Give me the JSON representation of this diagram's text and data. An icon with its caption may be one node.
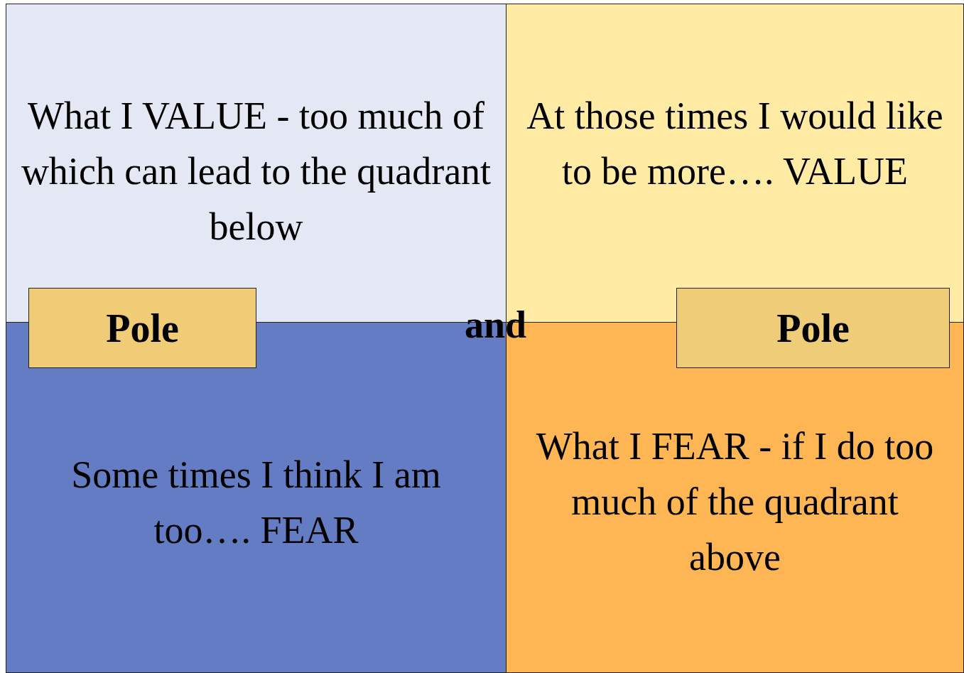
{
  "diagram": {
    "nodes": [
      {
        "text": [
          "What I VALUE - too much of which can lead to the quadrant below"
        ]
      },
      {
        "text": [
          "At those times I would like to be more…. VALUE"
        ]
      },
      {
        "text": [
          "Some times I think I am too…. FEAR"
        ]
      },
      {
        "text": [
          "What I FEAR - if I do too much of the quadrant above"
        ]
      },
      {
        "text": [
          "Pole"
        ]
      },
      {
        "text": [
          "Pole"
        ]
      }
    ],
    "edges": [],
    "labels": [
      "and"
    ]
  }
}
